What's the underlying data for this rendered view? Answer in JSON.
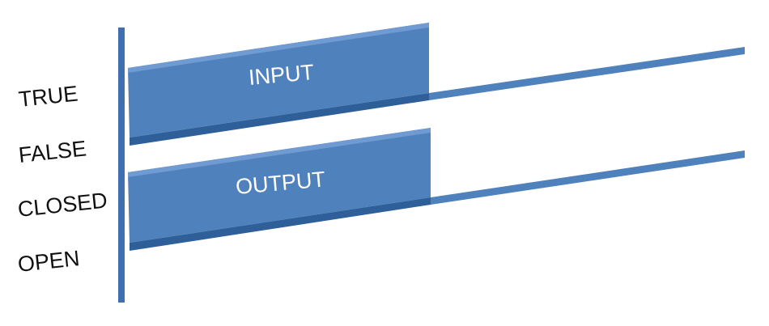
{
  "colors": {
    "signal_fill": "#4f81bd",
    "signal_top_highlight": "#6f9ad2",
    "signal_edge": "#2f5f98",
    "axis": "#3f6fae",
    "label_text": "#111111",
    "signal_text": "#ffffff"
  },
  "state_labels": {
    "true": "TRUE",
    "false": "FALSE",
    "closed": "CLOSED",
    "open": "OPEN"
  },
  "signals": {
    "input": {
      "label": "INPUT",
      "high_state": "TRUE",
      "low_state": "FALSE"
    },
    "output": {
      "label": "OUTPUT",
      "high_state": "CLOSED",
      "low_state": "OPEN"
    }
  }
}
